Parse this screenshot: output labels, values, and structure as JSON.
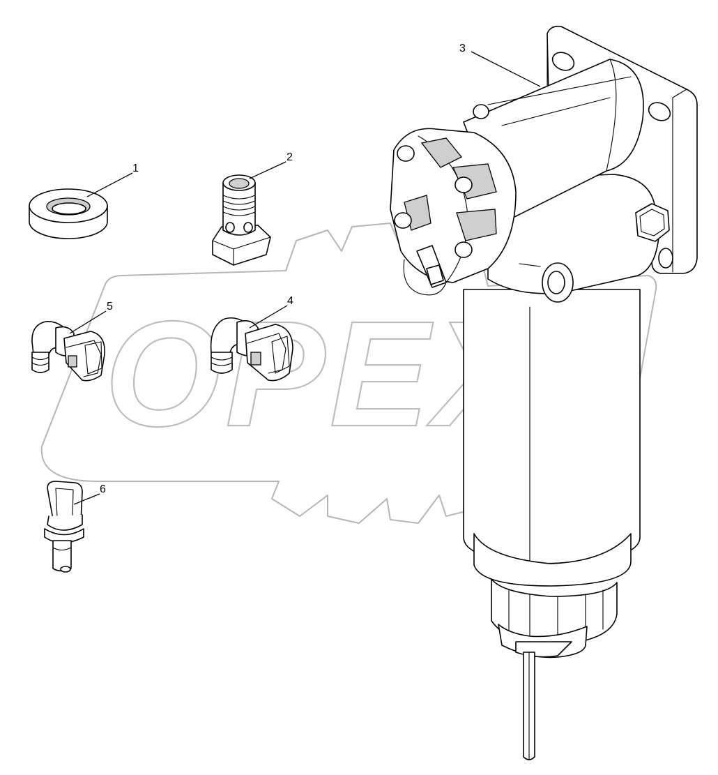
{
  "watermark": {
    "text": "OPEX"
  },
  "callouts": [
    {
      "id": "1",
      "label": "1"
    },
    {
      "id": "2",
      "label": "2"
    },
    {
      "id": "3",
      "label": "3"
    },
    {
      "id": "4",
      "label": "4"
    },
    {
      "id": "5",
      "label": "5"
    },
    {
      "id": "6",
      "label": "6"
    }
  ],
  "colors": {
    "line": "#000000",
    "watermark": "#bdbdbd",
    "background": "#ffffff"
  }
}
